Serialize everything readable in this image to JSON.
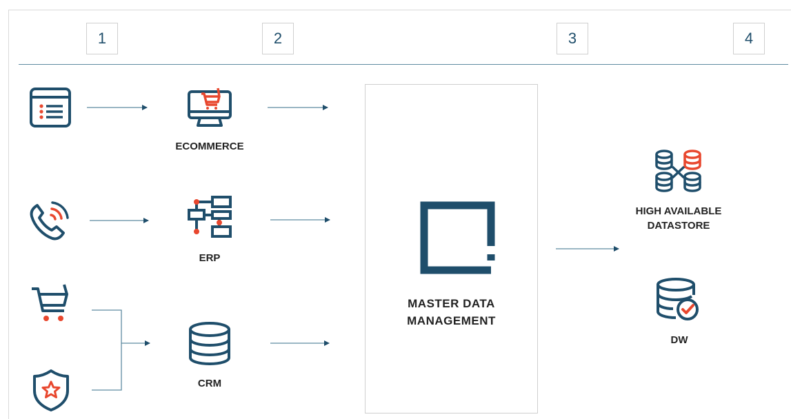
{
  "steps": [
    "1",
    "2",
    "3",
    "4"
  ],
  "systems": {
    "ecommerce": "ECOMMERCE",
    "erp": "ERP",
    "crm": "CRM"
  },
  "mdm": {
    "line1": "MASTER DATA",
    "line2": "MANAGEMENT"
  },
  "targets": {
    "datastore_line1": "HIGH AVAILABLE",
    "datastore_line2": "DATASTORE",
    "dw": "DW"
  },
  "colors": {
    "navy": "#1f4e6b",
    "accent": "#e8472e",
    "line": "#5d8aa0"
  },
  "icons": {
    "web-form": "web-form-icon",
    "phone": "phone-call-icon",
    "cart": "shopping-cart-icon",
    "badge": "shield-star-icon",
    "ecommerce": "monitor-cart-icon",
    "erp": "flowchart-icon",
    "crm": "database-icon",
    "mdm": "square-logo-icon",
    "datastore": "database-network-icon",
    "dw": "database-check-icon"
  }
}
